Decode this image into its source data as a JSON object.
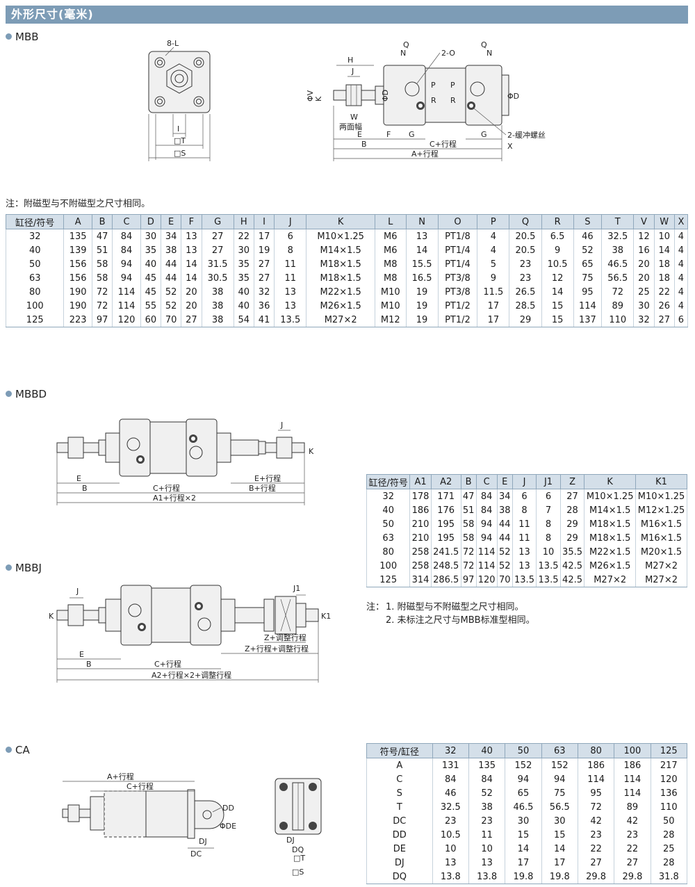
{
  "header": {
    "title": "外形尺寸(毫米)"
  },
  "sections": {
    "mbb": "MBB",
    "mbbd": "MBBD",
    "mbbj": "MBBJ",
    "ca": "CA"
  },
  "diagram_labels": {
    "mbb_front": {
      "l": "8-L",
      "i": "I",
      "t": "□T",
      "s": "□S"
    },
    "mbb_side": {
      "h": "H",
      "j": "J",
      "v": "ΦV",
      "k": "K",
      "d1": "ΦD",
      "w": "W",
      "w_note": "两面幅",
      "q1": "Q",
      "n1": "N",
      "o": "2-O",
      "q2": "Q",
      "n2": "N",
      "p1": "P",
      "r1": "R",
      "p2": "P",
      "r2": "R",
      "d2": "ΦD",
      "cushion": "2-缓冲螺丝",
      "e": "E",
      "f": "F",
      "g1": "G",
      "g2": "G",
      "b": "B",
      "c": "C+行程",
      "x": "X",
      "a": "A+行程"
    },
    "mbbd": {
      "j": "J",
      "k": "K",
      "e1": "E",
      "b1": "B",
      "c": "C+行程",
      "e2": "E+行程",
      "b2": "B+行程",
      "a1": "A1+行程×2"
    },
    "mbbj": {
      "j": "J",
      "k": "K",
      "j1": "J1",
      "k1": "K1",
      "z1": "Z+调整行程",
      "z2": "Z+行程+调整行程",
      "e": "E",
      "b": "B",
      "c": "C+行程",
      "a2": "A2+行程×2+调整行程"
    },
    "ca": {
      "a": "A+行程",
      "c": "C+行程",
      "dd": "DD",
      "de": "ΦDE",
      "dj": "DJ",
      "dc": "DC",
      "dj2": "DJ",
      "dq": "DQ",
      "t": "□T",
      "s": "□S"
    }
  },
  "notes": {
    "mbb": "注：附磁型与不附磁型之尺寸相同。",
    "mbbd_label": "注：",
    "mbbd_1": "1. 附磁型与不附磁型之尺寸相同。",
    "mbbd_2": "2. 未标注之尺寸与MBB标准型相同。"
  },
  "table_mbb": {
    "headers": [
      "缸径/符号",
      "A",
      "B",
      "C",
      "D",
      "E",
      "F",
      "G",
      "H",
      "I",
      "J",
      "K",
      "L",
      "N",
      "O",
      "P",
      "Q",
      "R",
      "S",
      "T",
      "V",
      "W",
      "X"
    ],
    "rows": [
      [
        "32",
        "135",
        "47",
        "84",
        "30",
        "34",
        "13",
        "27",
        "22",
        "17",
        "6",
        "M10×1.25",
        "M6",
        "13",
        "PT1/8",
        "4",
        "20.5",
        "6.5",
        "46",
        "32.5",
        "12",
        "10",
        "4"
      ],
      [
        "40",
        "139",
        "51",
        "84",
        "35",
        "38",
        "13",
        "27",
        "30",
        "19",
        "8",
        "M14×1.5",
        "M6",
        "14",
        "PT1/4",
        "4",
        "20.5",
        "9",
        "52",
        "38",
        "16",
        "14",
        "4"
      ],
      [
        "50",
        "156",
        "58",
        "94",
        "40",
        "44",
        "14",
        "31.5",
        "35",
        "27",
        "11",
        "M18×1.5",
        "M8",
        "15.5",
        "PT1/4",
        "5",
        "23",
        "10.5",
        "65",
        "46.5",
        "20",
        "18",
        "4"
      ],
      [
        "63",
        "156",
        "58",
        "94",
        "45",
        "44",
        "14",
        "30.5",
        "35",
        "27",
        "11",
        "M18×1.5",
        "M8",
        "16.5",
        "PT3/8",
        "9",
        "23",
        "12",
        "75",
        "56.5",
        "20",
        "18",
        "4"
      ],
      [
        "80",
        "190",
        "72",
        "114",
        "45",
        "52",
        "20",
        "38",
        "40",
        "32",
        "13",
        "M22×1.5",
        "M10",
        "19",
        "PT3/8",
        "11.5",
        "26.5",
        "14",
        "95",
        "72",
        "25",
        "22",
        "4"
      ],
      [
        "100",
        "190",
        "72",
        "114",
        "55",
        "52",
        "20",
        "38",
        "40",
        "36",
        "13",
        "M26×1.5",
        "M10",
        "19",
        "PT1/2",
        "17",
        "28.5",
        "15",
        "114",
        "89",
        "30",
        "26",
        "4"
      ],
      [
        "125",
        "223",
        "97",
        "120",
        "60",
        "70",
        "27",
        "38",
        "54",
        "41",
        "13.5",
        "M27×2",
        "M12",
        "19",
        "PT1/2",
        "17",
        "29",
        "15",
        "137",
        "110",
        "32",
        "27",
        "6"
      ]
    ]
  },
  "table_mbbd": {
    "headers": [
      "缸径/符号",
      "A1",
      "A2",
      "B",
      "C",
      "E",
      "J",
      "J1",
      "Z",
      "K",
      "K1"
    ],
    "rows": [
      [
        "32",
        "178",
        "171",
        "47",
        "84",
        "34",
        "6",
        "6",
        "27",
        "M10×1.25",
        "M10×1.25"
      ],
      [
        "40",
        "186",
        "176",
        "51",
        "84",
        "38",
        "8",
        "7",
        "28",
        "M14×1.5",
        "M12×1.25"
      ],
      [
        "50",
        "210",
        "195",
        "58",
        "94",
        "44",
        "11",
        "8",
        "29",
        "M18×1.5",
        "M16×1.5"
      ],
      [
        "63",
        "210",
        "195",
        "58",
        "94",
        "44",
        "11",
        "8",
        "29",
        "M18×1.5",
        "M16×1.5"
      ],
      [
        "80",
        "258",
        "241.5",
        "72",
        "114",
        "52",
        "13",
        "10",
        "35.5",
        "M22×1.5",
        "M20×1.5"
      ],
      [
        "100",
        "258",
        "248.5",
        "72",
        "114",
        "52",
        "13",
        "13.5",
        "42.5",
        "M26×1.5",
        "M27×2"
      ],
      [
        "125",
        "314",
        "286.5",
        "97",
        "120",
        "70",
        "13.5",
        "13.5",
        "42.5",
        "M27×2",
        "M27×2"
      ]
    ]
  },
  "table_ca": {
    "headers": [
      "符号/缸径",
      "32",
      "40",
      "50",
      "63",
      "80",
      "100",
      "125"
    ],
    "rows": [
      [
        "A",
        "131",
        "135",
        "152",
        "152",
        "186",
        "186",
        "217"
      ],
      [
        "C",
        "84",
        "84",
        "94",
        "94",
        "114",
        "114",
        "120"
      ],
      [
        "S",
        "46",
        "52",
        "65",
        "75",
        "95",
        "114",
        "136"
      ],
      [
        "T",
        "32.5",
        "38",
        "46.5",
        "56.5",
        "72",
        "89",
        "110"
      ],
      [
        "DC",
        "23",
        "23",
        "30",
        "30",
        "42",
        "42",
        "50"
      ],
      [
        "DD",
        "10.5",
        "11",
        "15",
        "15",
        "23",
        "23",
        "28"
      ],
      [
        "DE",
        "10",
        "10",
        "14",
        "14",
        "22",
        "22",
        "25"
      ],
      [
        "DJ",
        "13",
        "13",
        "17",
        "17",
        "27",
        "27",
        "28"
      ],
      [
        "DQ",
        "13.8",
        "13.8",
        "19.8",
        "19.8",
        "29.8",
        "29.8",
        "31.8"
      ]
    ]
  }
}
